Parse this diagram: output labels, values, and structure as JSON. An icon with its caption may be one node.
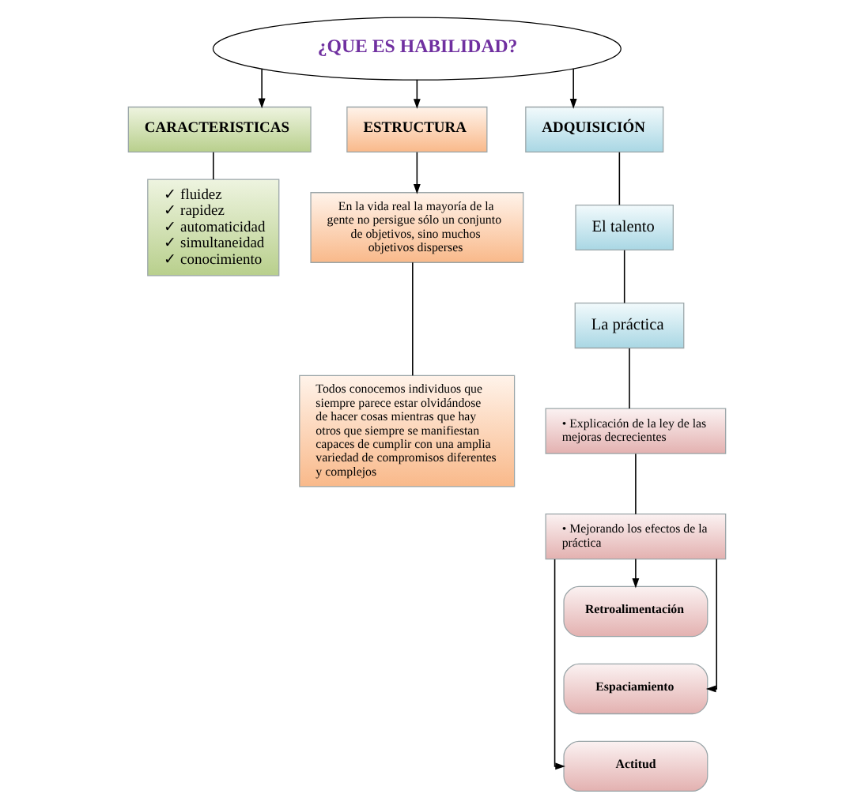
{
  "diagram": {
    "nodes": [
      {
        "text": [
          "¿QUE ES HABILIDAD?"
        ]
      },
      {
        "text": [
          "CARACTERISTICAS"
        ]
      },
      {
        "text": [
          "✓ fluidez",
          "✓ rapidez",
          "✓ automaticidad",
          "✓ simultaneidad",
          "✓ conocimiento"
        ]
      },
      {
        "text": [
          "ESTRUCTURA"
        ]
      },
      {
        "text": [
          "En la vida real la mayoría de la gente no persigue sólo un conjunto de objetivos, sino muchos objetivos disperses"
        ]
      },
      {
        "text": [
          "Todos conocemos individuos que siempre parece estar olvidándose de hacer cosas mientras que hay otros que siempre se manifiestan capaces de cumplir con una amplia variedad de compromisos diferentes y complejos"
        ]
      },
      {
        "text": [
          "ADQUISICIÓN"
        ]
      },
      {
        "text": [
          "El talento"
        ]
      },
      {
        "text": [
          "La práctica"
        ]
      },
      {
        "text": [
          "• Explicación de la ley de las mejoras decrecientes"
        ]
      },
      {
        "text": [
          "• Mejorando los efectos de la práctica"
        ]
      },
      {
        "text": [
          "Retroalimentación"
        ]
      },
      {
        "text": [
          "Espaciamiento"
        ]
      },
      {
        "text": [
          "Actitud"
        ]
      }
    ],
    "edges": [
      {
        "from": 0,
        "to": 1,
        "arrow": "to"
      },
      {
        "from": 0,
        "to": 3,
        "arrow": "to"
      },
      {
        "from": 0,
        "to": 6,
        "arrow": "to"
      },
      {
        "from": 1,
        "to": 2,
        "arrow": "none"
      },
      {
        "from": 3,
        "to": 4,
        "arrow": "to"
      },
      {
        "from": 4,
        "to": 5,
        "arrow": "none"
      },
      {
        "from": 6,
        "to": 7,
        "arrow": "none"
      },
      {
        "from": 7,
        "to": 8,
        "arrow": "none"
      },
      {
        "from": 8,
        "to": 9,
        "arrow": "none"
      },
      {
        "from": 9,
        "to": 10,
        "arrow": "none"
      },
      {
        "from": 10,
        "to": 11,
        "arrow": "to"
      },
      {
        "from": 10,
        "to": 12,
        "arrow": "to"
      },
      {
        "from": 10,
        "to": 13,
        "arrow": "to"
      }
    ]
  }
}
